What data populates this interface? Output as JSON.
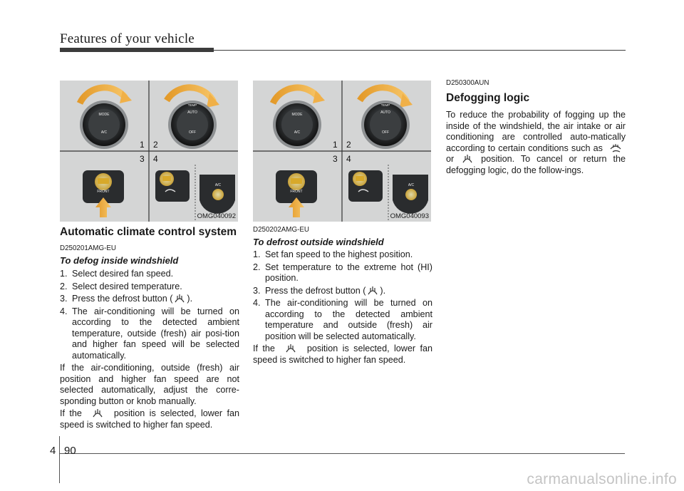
{
  "header": {
    "title": "Features of your vehicle"
  },
  "figures": [
    {
      "code": "OMG040092",
      "callouts": [
        "1",
        "2",
        "3",
        "4"
      ],
      "knob_left": [
        "MODE",
        "A/C"
      ],
      "knob_right": [
        "TEMP",
        "AUTO",
        "OFF"
      ],
      "button_front": "FRONT",
      "button_ac": "A/C"
    },
    {
      "code": "OMG040093",
      "callouts": [
        "1",
        "2",
        "3",
        "4"
      ],
      "knob_left": [
        "MODE",
        "A/C"
      ],
      "knob_right": [
        "TEMP",
        "AUTO",
        "OFF"
      ],
      "button_front": "FRONT",
      "button_ac": "A/C"
    }
  ],
  "col1": {
    "title": "Automatic climate control system",
    "code": "D250201AMG-EU",
    "subhead": "To defog inside windshield",
    "steps": [
      {
        "num": "1.",
        "text": "Select desired fan speed."
      },
      {
        "num": "2.",
        "text": "Select desired temperature."
      },
      {
        "num": "3.",
        "pre": "Press the defrost button (",
        "post": ")."
      },
      {
        "num": "4.",
        "text": "The air-conditioning will be turned on according to the detected ambient temperature, outside (fresh) air posi-tion and higher fan speed will be selected automatically."
      }
    ],
    "para1": "If the air-conditioning, outside (fresh) air position and higher fan speed are not selected automatically, adjust the corre-sponding button or knob manually.",
    "para2_pre": "If the",
    "para2_post": "position is selected, lower fan speed is switched to higher fan speed."
  },
  "col2": {
    "code": "D250202AMG-EU",
    "subhead": "To defrost outside windshield",
    "steps": [
      {
        "num": "1.",
        "text": "Set fan speed to the highest position."
      },
      {
        "num": "2.",
        "text": "Set temperature to the extreme hot (HI) position."
      },
      {
        "num": "3.",
        "pre": "Press the defrost button (",
        "post": ")."
      },
      {
        "num": "4.",
        "text": "The air-conditioning will be turned on according to the detected ambient temperature and outside (fresh) air position will be selected automatically."
      }
    ],
    "para_pre": "If the",
    "para_post": "position is selected, lower fan speed is switched to higher fan speed."
  },
  "col3": {
    "code": "D250300AUN",
    "title": "Defogging logic",
    "para_a": "To reduce the probability of fogging up the inside of the windshield, the air intake or air conditioning are controlled auto-matically according to certain conditions such as",
    "para_or": "or",
    "para_b": "position. To cancel or return the defogging logic, do the follow-ings."
  },
  "footer": {
    "section": "4",
    "page": "90"
  },
  "watermark": "carmanualsonline.info",
  "icons": [
    "defrost-icon",
    "floor-defrost-icon"
  ]
}
